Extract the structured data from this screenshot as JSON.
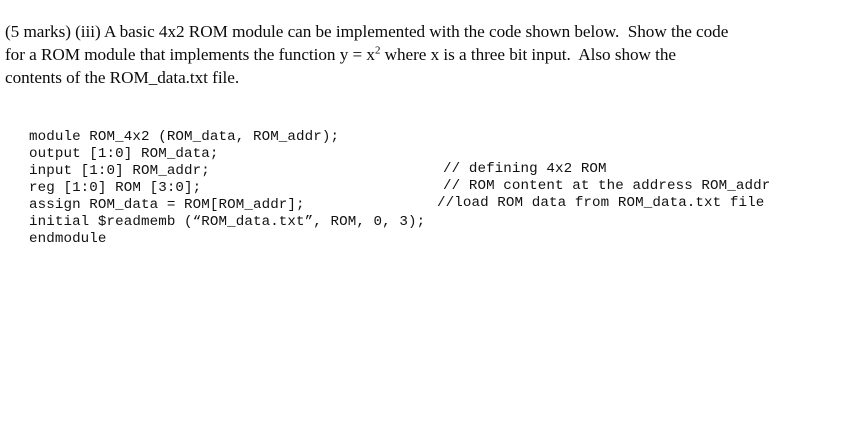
{
  "document": {
    "background_color": "#ffffff",
    "text_color": "#0b0b0b"
  },
  "question": {
    "marks_label": "(5 marks)",
    "part_label": "(iii)",
    "lines": [
      "(5 marks) (iii) A basic 4x2 ROM module can be implemented with the code shown below.  Show the code",
      "for a ROM module that implements the function y = x",
      "contents of the ROM_data.txt file."
    ],
    "line2_before_sup": "for a ROM module that implements the function y = x",
    "line2_superscript": "2",
    "line2_after_sup": " where x is a three bit input.  Also show the",
    "line3": "contents of the ROM_data.txt file."
  },
  "code": {
    "language": "verilog",
    "lines": [
      {
        "text": "module ROM_4x2 (ROM_data, ROM_addr);",
        "comment": ""
      },
      {
        "text": "output [1:0] ROM_data;",
        "comment": ""
      },
      {
        "text": "input [1:0] ROM_addr;",
        "comment": ""
      },
      {
        "text": "reg [1:0] ROM [3:0];",
        "comment": "// defining 4x2 ROM"
      },
      {
        "text": "assign ROM_data = ROM[ROM_addr];",
        "comment": "// ROM content at the address ROM_addr"
      },
      {
        "text": "initial $readmemb (“ROM_data.txt”, ROM, 0, 3);",
        "comment": "//load ROM data from ROM_data.txt file"
      },
      {
        "text": "endmodule",
        "comment": ""
      }
    ]
  }
}
